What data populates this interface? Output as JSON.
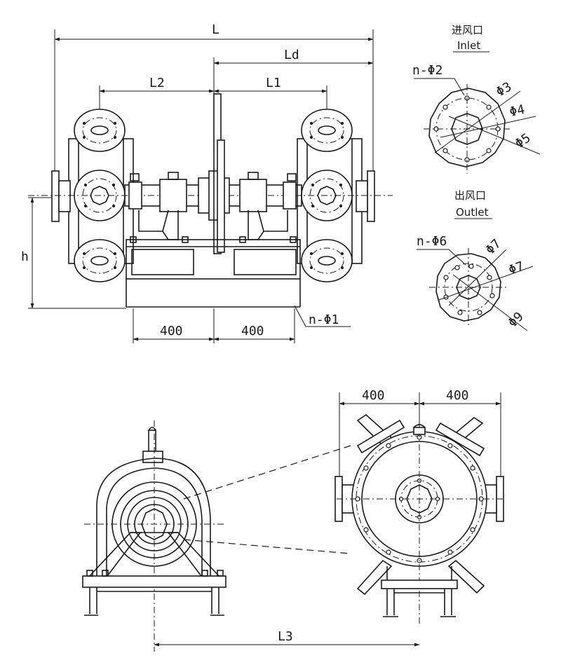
{
  "dims": {
    "L": "L",
    "Ld": "Ld",
    "L1": "L1",
    "L2": "L2",
    "L3": "L3",
    "h": "h",
    "d400": "400",
    "n_phi1": "n-Φ1",
    "n_phi2": "n-Φ2",
    "phi3": "Φ3",
    "phi4": "Φ4",
    "phi5": "Φ5",
    "n_phi6": "n-Φ6",
    "phi7": "Φ7",
    "phi9": "Φ9"
  },
  "labels": {
    "inlet_cn": "进风口",
    "inlet_en": "Inlet",
    "outlet_cn": "出风口",
    "outlet_en": "Outlet"
  }
}
